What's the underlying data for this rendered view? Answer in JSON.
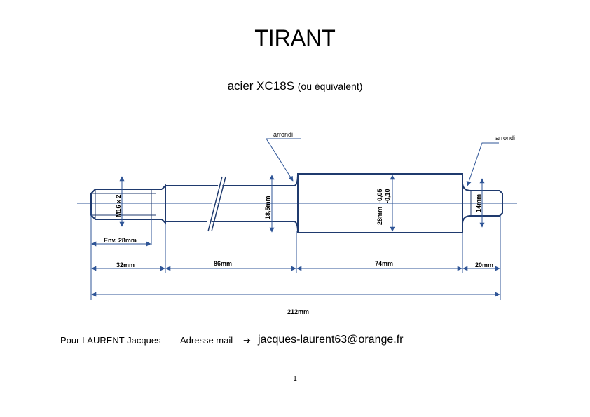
{
  "header": {
    "title": "TIRANT",
    "material_main": "acier XC18S",
    "material_note": "(ou équivalent)"
  },
  "drawing": {
    "labels": {
      "arrondi_left": "arrondi",
      "arrondi_right": "arrondi",
      "thread": "M16 x 2",
      "env": "Env. 28mm",
      "dia_shaft": "18,5mm",
      "dia_body": "28mm",
      "tol_upper": "-0,05",
      "tol_lower": "-0,10",
      "dia_end": "14mm",
      "len_1": "32mm",
      "len_2": "86mm",
      "len_3": "74mm",
      "len_4": "20mm",
      "len_total": "212mm"
    },
    "colors": {
      "line": "#1f3a6e",
      "leader": "#2f5597"
    }
  },
  "footer": {
    "for_label": "Pour LAURENT Jacques",
    "mail_label": "Adresse mail",
    "arrow": "➔",
    "email": "jacques-laurent63@orange.fr",
    "page_number": "1"
  }
}
